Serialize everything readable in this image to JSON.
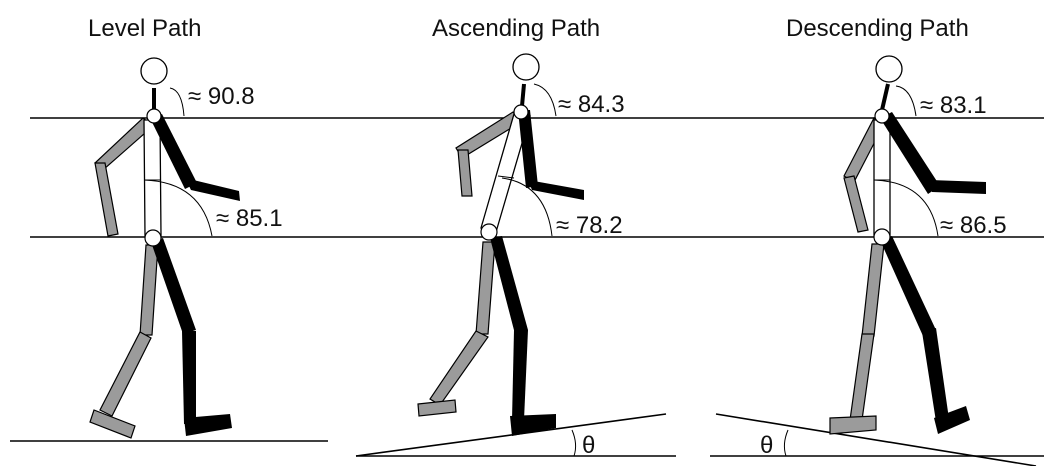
{
  "colors": {
    "background": "#ffffff",
    "line": "#000000",
    "limb_far": "#9b9b9b",
    "limb_near": "#000000",
    "torso": "#ffffff"
  },
  "panels": [
    {
      "title": "Level Path",
      "head_angle": "≈ 90.8",
      "trunk_angle": "≈ 85.1",
      "slope": ""
    },
    {
      "title": "Ascending Path",
      "head_angle": "≈ 84.3",
      "trunk_angle": "≈ 78.2",
      "slope": "θ"
    },
    {
      "title": "Descending Path",
      "head_angle": "≈ 83.1",
      "trunk_angle": "≈ 86.5",
      "slope": "θ"
    }
  ]
}
